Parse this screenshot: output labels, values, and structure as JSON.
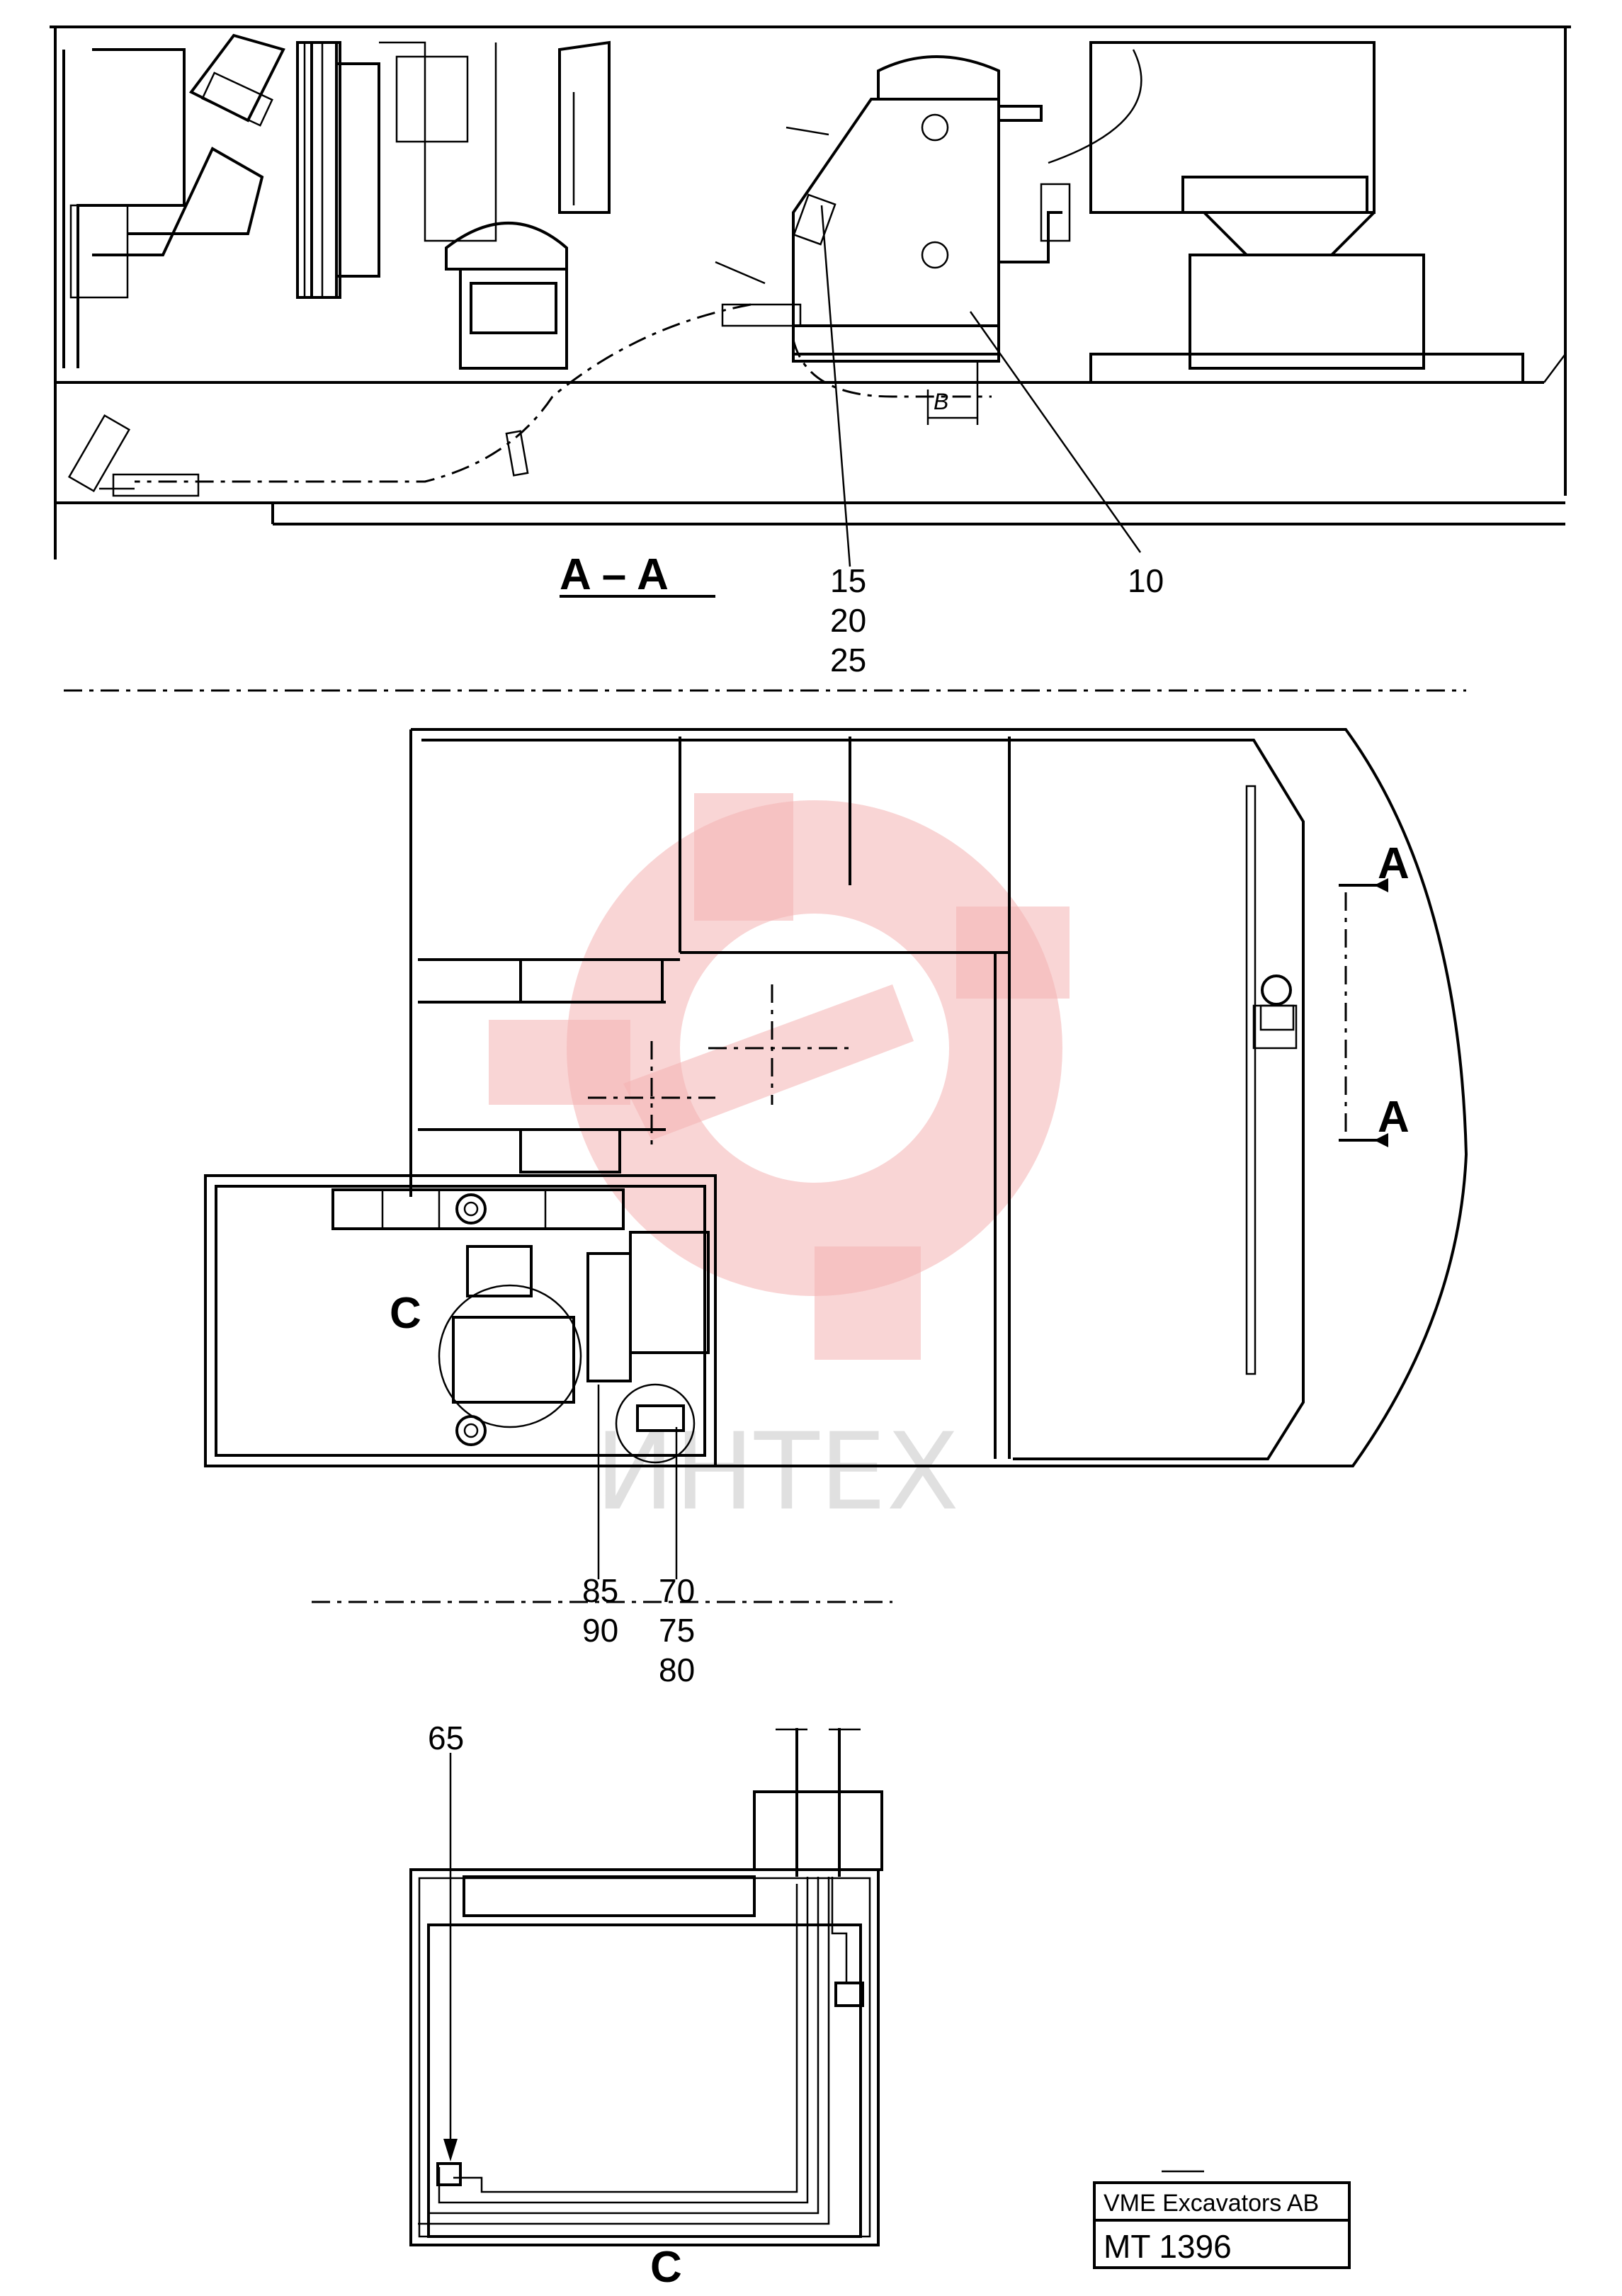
{
  "section_aa": {
    "title": "A – A",
    "callouts": {
      "left_stack": [
        "15",
        "20",
        "25"
      ],
      "right": "10",
      "dim_label_b": "B"
    }
  },
  "plan_view": {
    "section_marks": [
      "A",
      "A"
    ],
    "detail_marker": "C",
    "callouts": {
      "col1": [
        "85",
        "90"
      ],
      "col2": [
        "70",
        "75",
        "80"
      ]
    }
  },
  "detail_c": {
    "title": "C",
    "callout": "65"
  },
  "title_block": {
    "company": "VME Excavators AB",
    "drawing_no": "MT 1396"
  },
  "watermark": {
    "text": "ИНТЕХ",
    "color": "#f4b3b3"
  }
}
